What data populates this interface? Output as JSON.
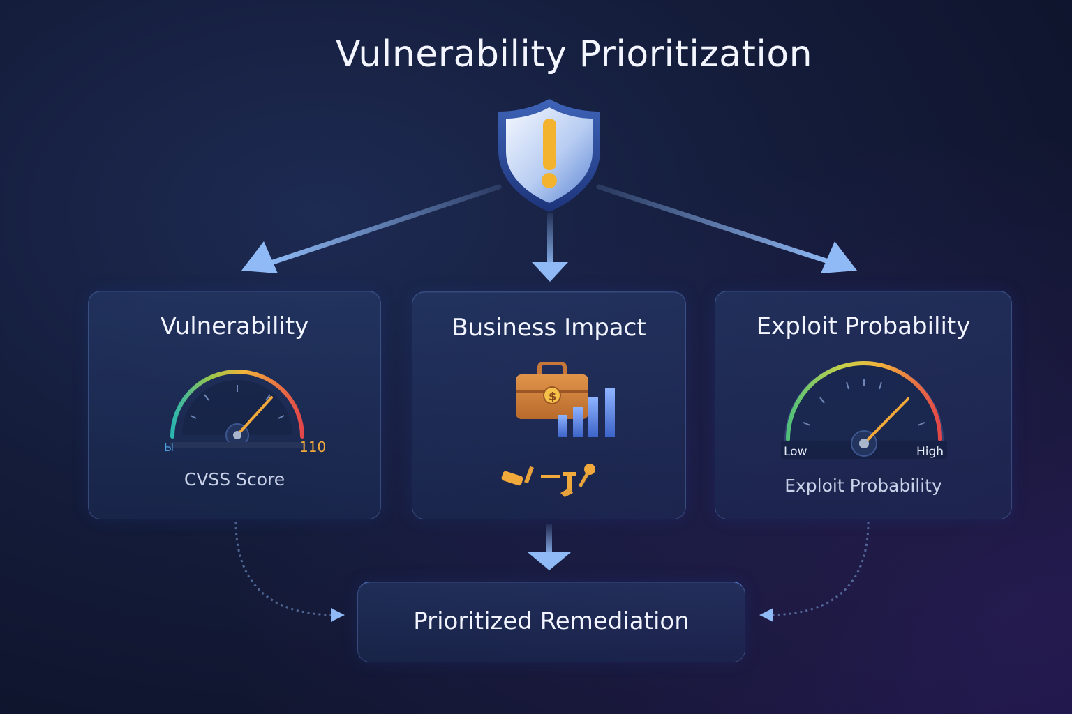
{
  "title": "Vulnerability Prioritization",
  "cards": {
    "vulnerability": {
      "title": "Vulnerability",
      "caption": "CVSS Score",
      "gauge_min_label": "Ы",
      "gauge_max_label": "110"
    },
    "business_impact": {
      "title": "Business Impact"
    },
    "exploit_probability": {
      "title": "Exploit Probability",
      "caption": "Exploit Probability",
      "gauge_low_label": "Low",
      "gauge_high_label": "High"
    }
  },
  "remediation": {
    "label": "Prioritized Remediation"
  },
  "colors": {
    "accent_blue": "#7fb0f0",
    "warning_orange": "#f2a93b",
    "gauge_green": "#3fc6a0",
    "gauge_red": "#e0484a"
  },
  "icons": [
    "shield-alert-icon",
    "briefcase-icon",
    "bar-chart-icon",
    "tools-icon"
  ]
}
